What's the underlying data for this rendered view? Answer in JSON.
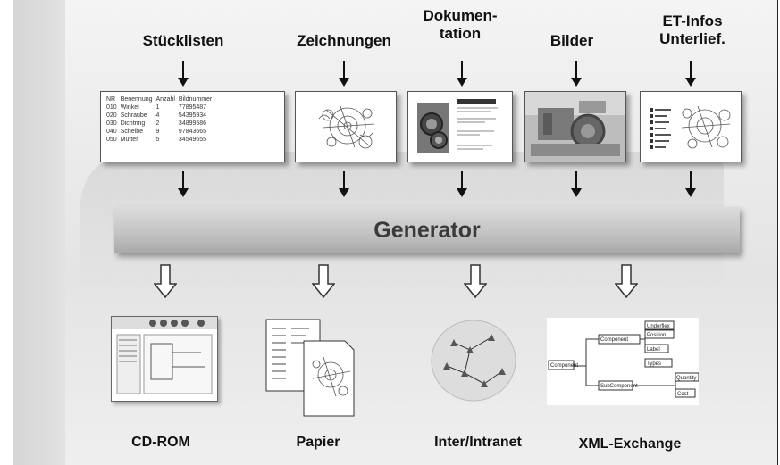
{
  "inputs": [
    {
      "label": "Stücklisten"
    },
    {
      "label": "Zeichnungen"
    },
    {
      "label": "Dokumen-\ntation"
    },
    {
      "label": "Bilder"
    },
    {
      "label": "ET-Infos\nUnterlief."
    }
  ],
  "parts_list": {
    "header": [
      "NR",
      "Benennung",
      "Anzahl",
      "Bildnummer"
    ],
    "rows": [
      [
        "010",
        "Winkel",
        "1",
        "77895487"
      ],
      [
        "020",
        "Schraube",
        "4",
        "54395934"
      ],
      [
        "030",
        "Dichtring",
        "2",
        "34899586"
      ],
      [
        "040",
        "Scheibe",
        "9",
        "97843665"
      ],
      [
        "050",
        "Mutter",
        "5",
        "34549655"
      ]
    ]
  },
  "generator": {
    "label": "Generator"
  },
  "outputs": [
    {
      "label": "CD-ROM"
    },
    {
      "label": "Papier"
    },
    {
      "label": "Inter/Intranet"
    },
    {
      "label": "XML-Exchange"
    }
  ],
  "xml_nodes": [
    "Component",
    "Component",
    "SubComponent",
    "Types",
    "Underflex",
    "Position",
    "Label",
    "Quantity",
    "Cost"
  ],
  "colors": {
    "text": "#111111",
    "generator_text": "#3a3a3a",
    "background": "#e9e9e9"
  }
}
